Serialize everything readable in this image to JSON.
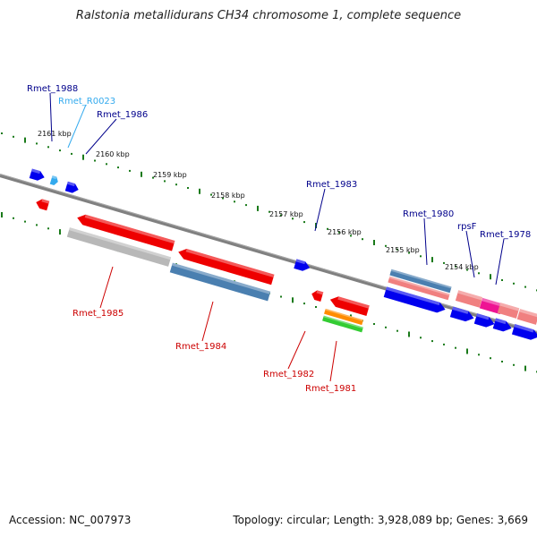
{
  "title": "Ralstonia metallidurans CH34 chromosome 1, complete sequence",
  "accession": "Accession: NC_007973",
  "topology": "Topology: circular; Length: 3,928,089 bp; Genes: 3,669",
  "ticks_upper": [
    "2161 kbp",
    "2160 kbp",
    "2159 kbp",
    "2158 kbp",
    "2157 kbp",
    "2156 kbp",
    "2155 kbp",
    "2154 kbp"
  ],
  "labels": {
    "rmet_1988": "Rmet_1988",
    "rmet_r0023": "Rmet_R0023",
    "rmet_1986": "Rmet_1986",
    "rmet_1983": "Rmet_1983",
    "rmet_1980": "Rmet_1980",
    "rpsf": "rpsF",
    "rmet_1978": "Rmet_1978",
    "rmet_1985": "Rmet_1985",
    "rmet_1984": "Rmet_1984",
    "rmet_1982": "Rmet_1982",
    "rmet_1981": "Rmet_1981"
  },
  "colors": {
    "backbone": "#808080",
    "tick": "#1a7a1a",
    "forward_gene": "#0000ee",
    "reverse_gene": "#ee0000",
    "rna": "#33aaee",
    "forward_label": "#00008b",
    "reverse_label": "#cc0000",
    "steelblue": "#4a7fb0",
    "salmon": "#f08080",
    "magenta": "#ee1493",
    "gray": "#b8b8b8",
    "orange": "#ff8c00",
    "green": "#33cc33"
  }
}
